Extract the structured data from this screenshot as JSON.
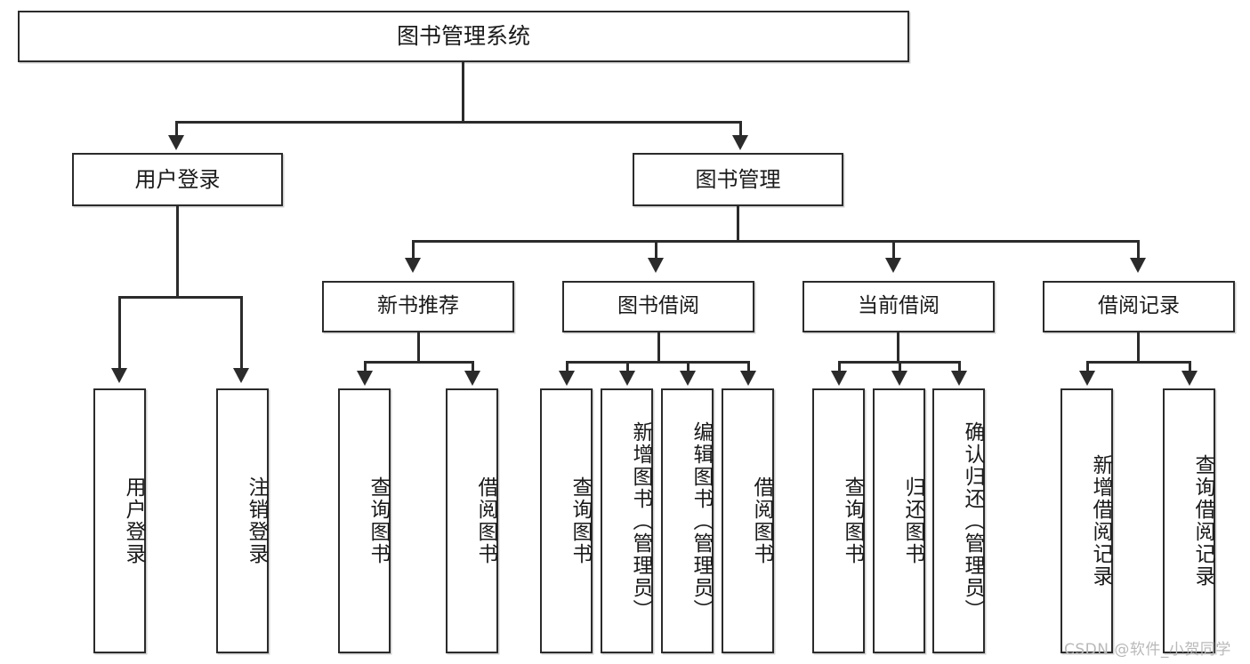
{
  "diagram": {
    "title": "图书管理系统",
    "type": "function-structure-tree",
    "watermark": "CSDN @软件_小贺同学",
    "colors": {
      "line": "#2b2b2b",
      "box_border": "#2b2b2b",
      "box_fill": "#ffffff",
      "text": "#1a1a1a",
      "watermark": "#b9b9b9"
    },
    "root": {
      "label": "图书管理系统"
    },
    "level2": [
      {
        "label": "用户登录"
      },
      {
        "label": "图书管理"
      }
    ],
    "level3": [
      {
        "label": "新书推荐"
      },
      {
        "label": "图书借阅"
      },
      {
        "label": "当前借阅"
      },
      {
        "label": "借阅记录"
      }
    ],
    "leaves": {
      "user_login": [
        {
          "label": "用户登录"
        },
        {
          "label": "注销登录"
        }
      ],
      "new_book_recommend": [
        {
          "label": "查询图书"
        },
        {
          "label": "借阅图书"
        }
      ],
      "book_borrow": [
        {
          "label": "查询图书"
        },
        {
          "label": "新增图书（管理员）"
        },
        {
          "label": "编辑图书（管理员）"
        },
        {
          "label": "借阅图书"
        }
      ],
      "current_borrow": [
        {
          "label": "查询图书"
        },
        {
          "label": "归还图书"
        },
        {
          "label": "确认归还（管理员）"
        }
      ],
      "borrow_record": [
        {
          "label": "新增借阅记录"
        },
        {
          "label": "查询借阅记录"
        }
      ]
    }
  }
}
